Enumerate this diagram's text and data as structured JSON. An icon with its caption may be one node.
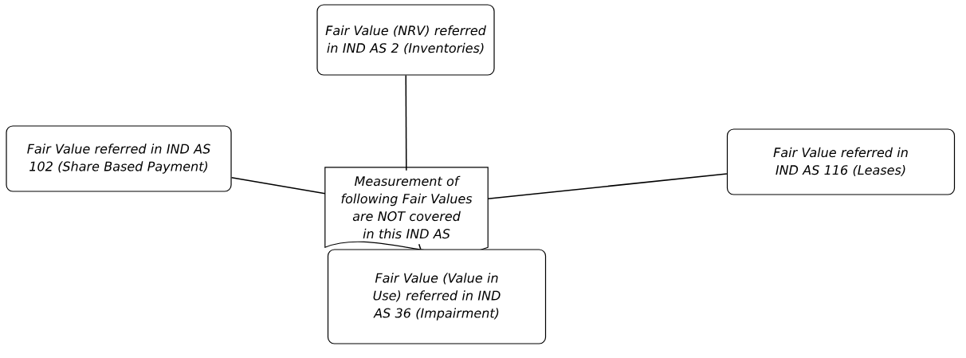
{
  "diagram": {
    "nodes": [
      {
        "text": [
          "Measurement of following Fair Values are NOT covered in this IND AS"
        ]
      },
      {
        "text": [
          "Fair Value (NRV) referred in IND AS 2 (Inventories)"
        ]
      },
      {
        "text": [
          "Fair Value referred in IND AS 102 (Share Based Payment)"
        ]
      },
      {
        "text": [
          "Fair Value referred in IND AS 116 (Leases)"
        ]
      },
      {
        "text": [
          "Fair Value (Value in Use) referred in IND AS 36 (Impairment)"
        ]
      }
    ],
    "edges": [
      {
        "from": 0,
        "to": 1,
        "arrow": "none"
      },
      {
        "from": 0,
        "to": 2,
        "arrow": "none"
      },
      {
        "from": 0,
        "to": 3,
        "arrow": "none"
      },
      {
        "from": 0,
        "to": 4,
        "arrow": "none"
      }
    ]
  }
}
